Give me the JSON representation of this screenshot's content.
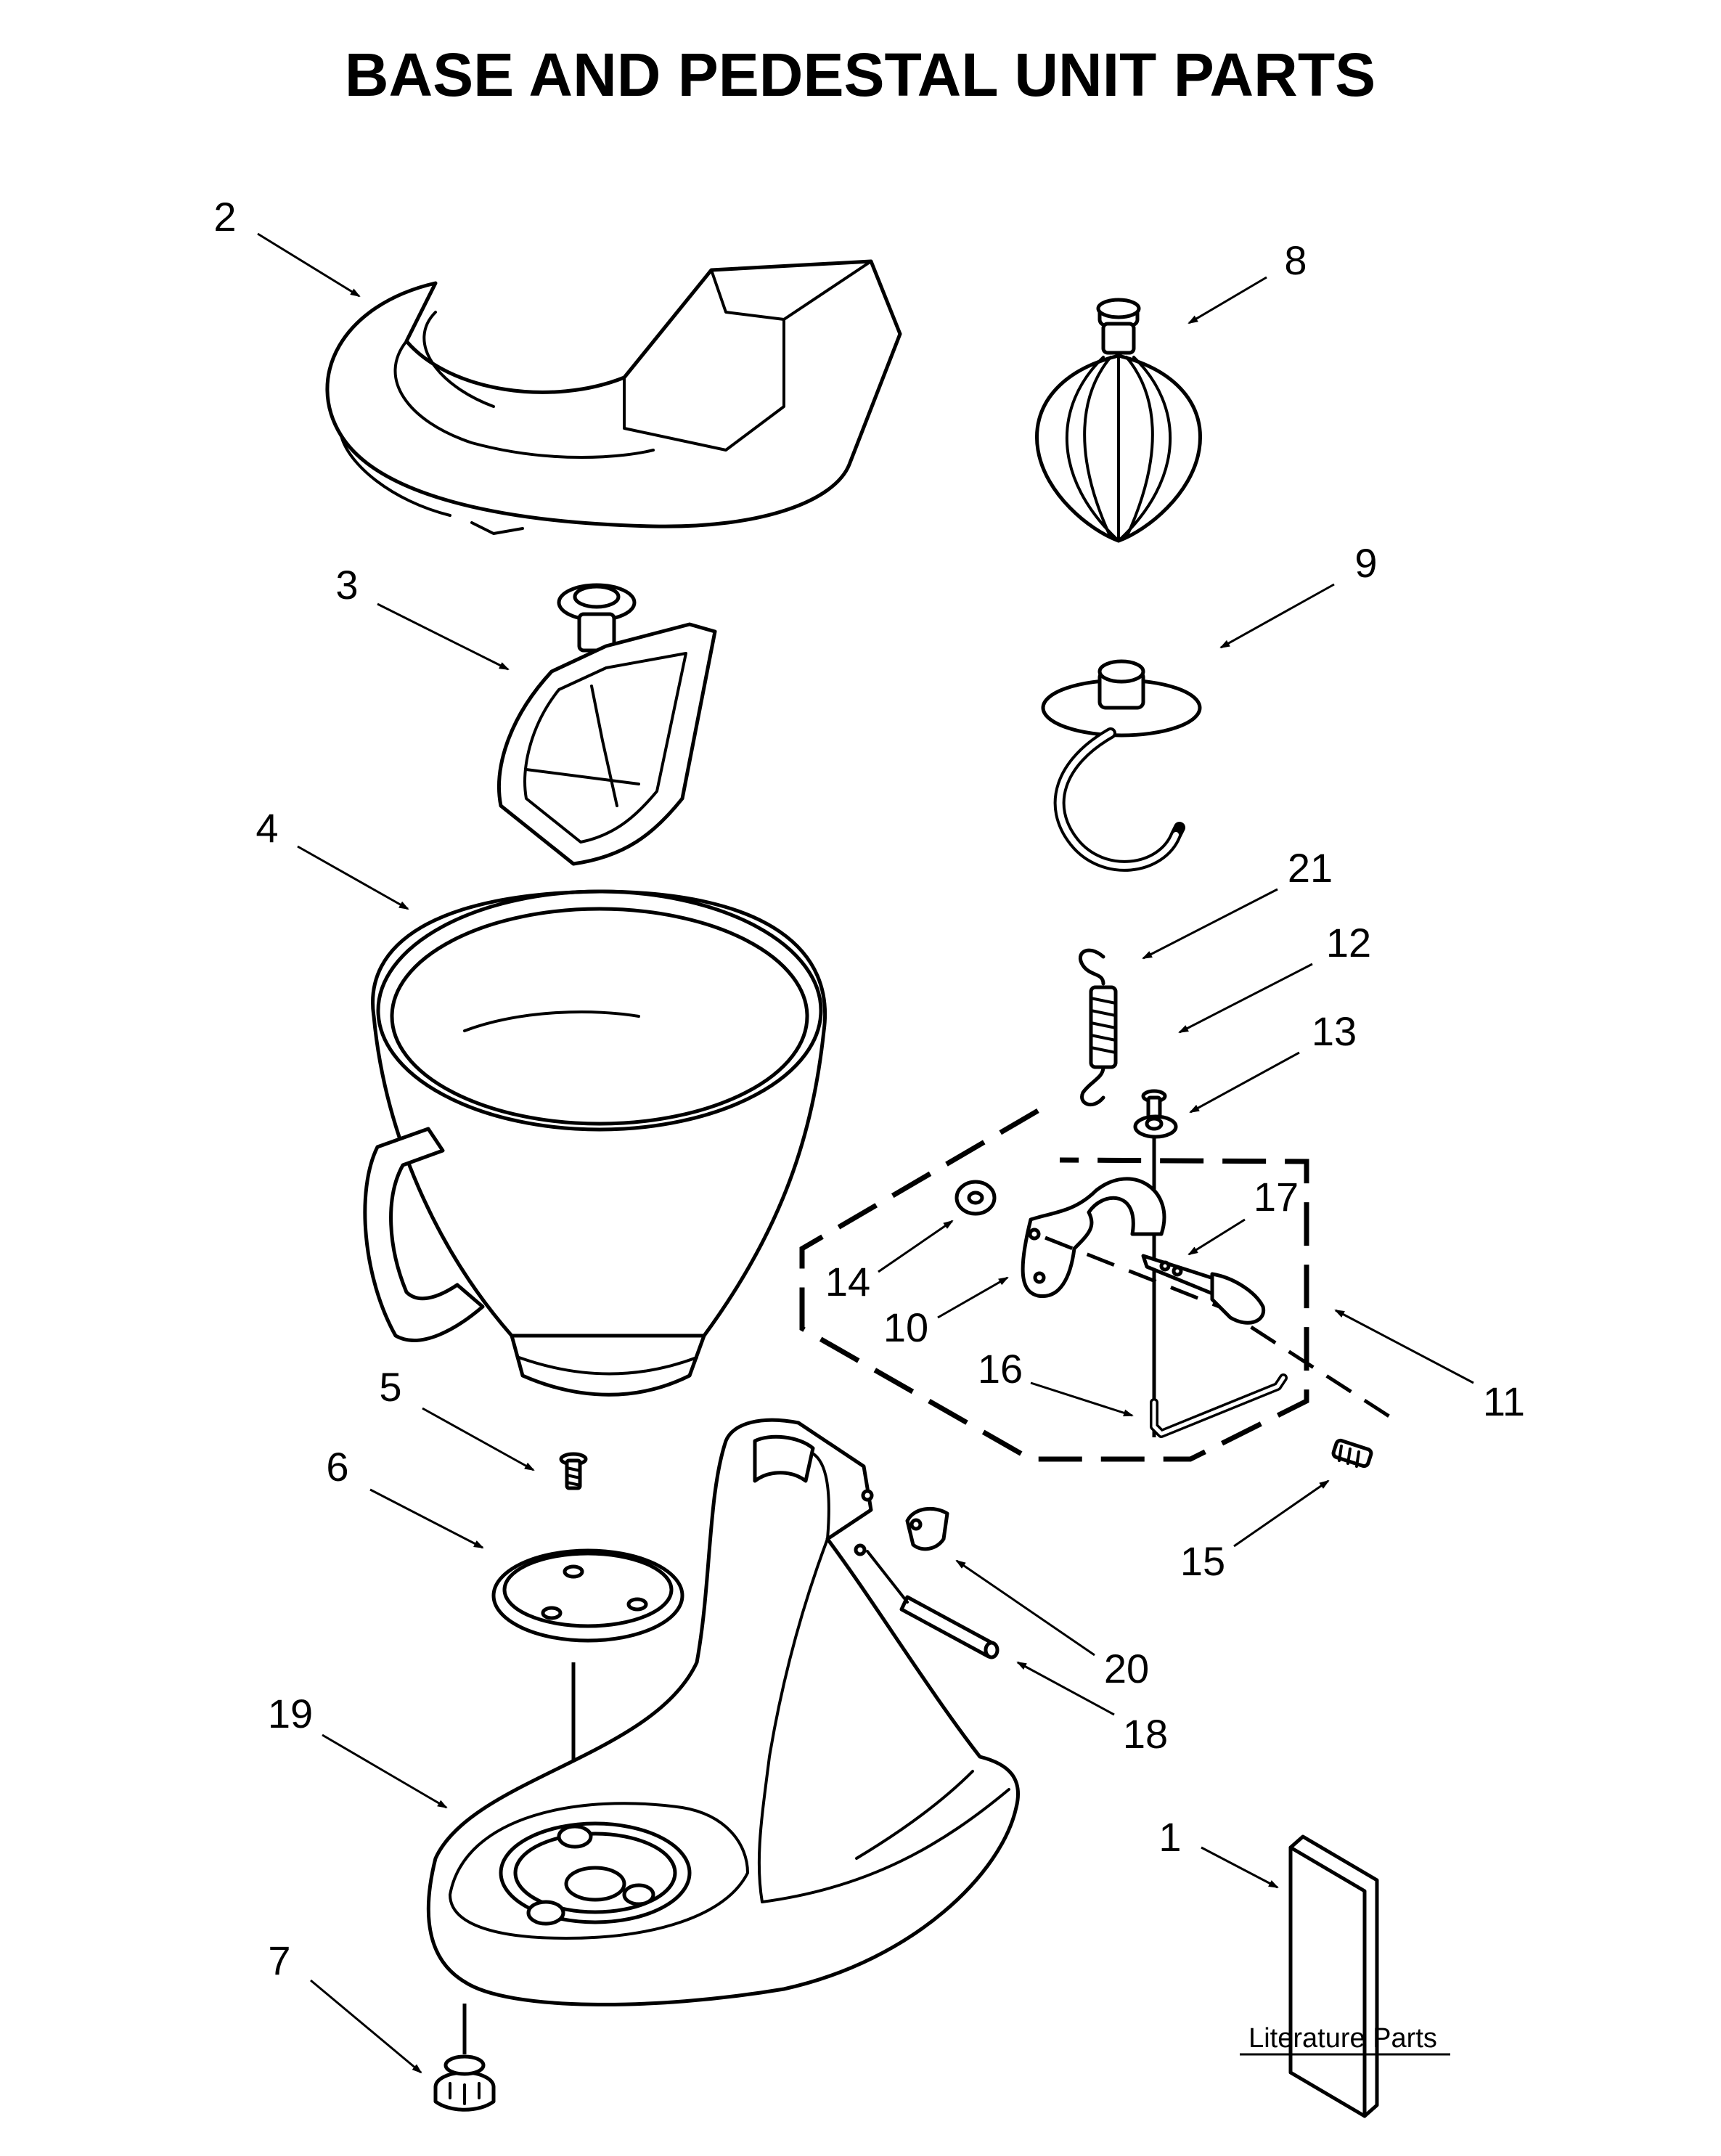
{
  "title": "BASE AND PEDESTAL UNIT PARTS",
  "literature_label": "Literature Parts",
  "callouts": {
    "c1": "1",
    "c2": "2",
    "c3": "3",
    "c4": "4",
    "c5": "5",
    "c6": "6",
    "c7": "7",
    "c8": "8",
    "c9": "9",
    "c10": "10",
    "c11": "11",
    "c12": "12",
    "c13": "13",
    "c14": "14",
    "c15": "15",
    "c16": "16",
    "c17": "17",
    "c18": "18",
    "c19": "19",
    "c20": "20",
    "c21": "21"
  }
}
